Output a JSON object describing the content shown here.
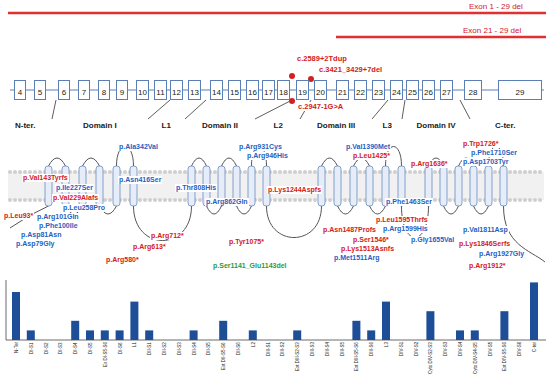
{
  "diagram": {
    "nodes": [
      {
        "text": [
          "4"
        ]
      },
      {
        "text": [
          "5"
        ]
      },
      {
        "text": [
          "6"
        ]
      },
      {
        "text": [
          "7"
        ]
      },
      {
        "text": [
          "8"
        ]
      },
      {
        "text": [
          "9"
        ]
      },
      {
        "text": [
          "10"
        ]
      },
      {
        "text": [
          "11"
        ]
      },
      {
        "text": [
          "12"
        ]
      },
      {
        "text": [
          "13"
        ]
      },
      {
        "text": [
          "14"
        ]
      },
      {
        "text": [
          "15"
        ]
      },
      {
        "text": [
          "16"
        ]
      },
      {
        "text": [
          "17"
        ]
      },
      {
        "text": [
          "18"
        ]
      },
      {
        "text": [
          "19"
        ]
      },
      {
        "text": [
          "20"
        ]
      },
      {
        "text": [
          "21"
        ]
      },
      {
        "text": [
          "22"
        ]
      },
      {
        "text": [
          "23"
        ]
      },
      {
        "text": [
          "24"
        ]
      },
      {
        "text": [
          "25"
        ]
      },
      {
        "text": [
          "26"
        ]
      },
      {
        "text": [
          "27"
        ]
      },
      {
        "text": [
          "28"
        ]
      },
      {
        "text": [
          "29"
        ]
      }
    ],
    "labels": [
      "Exon 1 - 29 del",
      "Exon 21 - 29 del",
      "c.2589+2Tdup",
      "c.3421_3429+7del",
      "c.2947-1G>A",
      "N-ter.",
      "Domain I",
      "L1",
      "Domain II",
      "L2",
      "Domain III",
      "L3",
      "Domain IV",
      "C-ter.",
      "p.Ala342Val",
      "p.Arg931Cys",
      "p.Arg946His",
      "p.Lys1244Aspfs",
      "p.Val1390Met",
      "p.Leu1425*",
      "p.Trp1726*",
      "p.Phe1710Ser",
      "p.Asp1703Tyr",
      "p.Arg1636*",
      "p.Val143Tyrfs",
      "p.Ile227Ser",
      "p.Asn416Ser",
      "p.Thr808His",
      "p.Val229Alafs",
      "p.Arg862Gln",
      "p.Phe1463Ser",
      "p.Leu258Pro",
      "p.Leu93*",
      "p.Arg101Gln",
      "p.Phe100Ile",
      "p.Asp81Asn",
      "p.Asp79Gly",
      "p.Arg712*",
      "p.Arg613*",
      "p.Arg580*",
      "p.Tyr1075*",
      "p.Ser1141_Glu1143del",
      "p.Asn1487Profs",
      "p.Leu1595Thrfs",
      "p.Arg1599His",
      "p.Ser1546*",
      "p.Gly1655Val",
      "p.Lys1513Asnfs",
      "p.Met1511Arg",
      "p.Val1811Asp",
      "p.Lys1846Serfs",
      "p.Arg1927Gly",
      "p.Arg1912*",
      "N-Ter",
      "DI-S1",
      "DI-S2",
      "DI-S3",
      "DI-S4",
      "DI-S5",
      "Ex DI-S5-S6",
      "DI-S6",
      "L1",
      "DII-S1",
      "DII-S2",
      "DII-S3",
      "DII-S4",
      "DII-S5",
      "Ext DII-S5-S6",
      "DII-S6",
      "L2",
      "DIII-S1",
      "DIII-S2",
      "Ext DIII-S2-S3",
      "DIII-S3",
      "DIII-S4",
      "DIII-S5",
      "Ext DIII-S5-S6",
      "DIII-S6",
      "L3",
      "DIV-S1",
      "DIV-S2",
      "Cyto DIV-S2-S3",
      "DIV-S3",
      "DIV-S4",
      "Cyto DIV-S4-S5",
      "DIV-S5",
      "Ext DIV-S5-S6",
      "DIV-S6",
      "C-ter"
    ]
  }
}
